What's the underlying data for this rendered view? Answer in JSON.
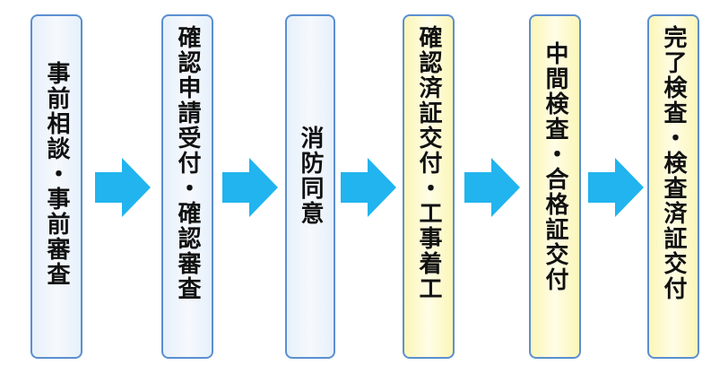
{
  "colors": {
    "box_border": "#5b8fd0",
    "box_blue_fill": "#eef4fb",
    "box_yellow_fill": "#fdf9c4",
    "arrow_fill": "#21b4ee",
    "text": "#111111"
  },
  "steps": [
    {
      "label": "事前相談・事前審査",
      "fill": "blue"
    },
    {
      "label": "確認申請受付・確認審査",
      "fill": "blue"
    },
    {
      "label": "消防同意",
      "fill": "blue"
    },
    {
      "label": "確認済証交付・工事着工",
      "fill": "yellow"
    },
    {
      "label": "中間検査・合格証交付",
      "fill": "yellow"
    },
    {
      "label": "完了検査・検査済証交付",
      "fill": "yellow"
    }
  ],
  "connectors": {
    "icon": "right-arrow-icon",
    "count": 5
  }
}
